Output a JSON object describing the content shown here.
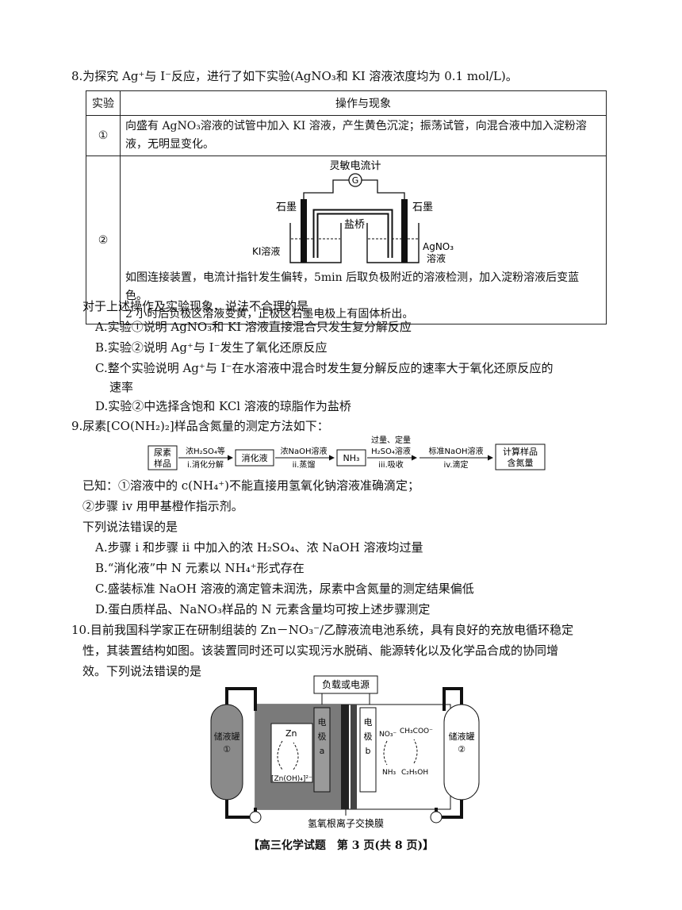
{
  "q8": {
    "stem": "8.为探究 Ag⁺与 I⁻反应，进行了如下实验(AgNO₃和 KI 溶液浓度均为 0.1 mol/L)。",
    "table": {
      "header_col1": "实验",
      "header_col2": "操作与现象",
      "row1_id": "①",
      "row1_text": "向盛有 AgNO₃溶液的试管中加入 KI 溶液，产生黄色沉淀；振荡试管，向混合液中加入淀粉溶液，无明显变化。",
      "row2_id": "②",
      "diagram": {
        "galvanometer_label": "灵敏电流计",
        "galvanometer_symbol": "G",
        "left_electrode": "石墨",
        "right_electrode": "石墨",
        "salt_bridge": "盐桥",
        "left_solution": "KI溶液",
        "right_solution_1": "AgNO₃",
        "right_solution_2": "溶液"
      },
      "row2_text_1": "如图连接装置，电流计指针发生偏转，5min 后取负极附近的溶液检测，加入淀粉溶液后变蓝色。",
      "row2_text_2": "2 小时后负极区溶液变黄，正极区石墨电极上有固体析出。"
    },
    "question": "对于上述操作及实验现象，说法不合理的是",
    "A": "A.实验①说明 AgNO₃和 KI 溶液直接混合只发生复分解反应",
    "B": "B.实验②说明 Ag⁺与 I⁻发生了氧化还原反应",
    "C1": "C.整个实验说明 Ag⁺与 I⁻在水溶液中混合时发生复分解反应的速率大于氧化还原反应的",
    "C2": "速率",
    "D": "D.实验②中选择含饱和 KCl 溶液的琼脂作为盐桥"
  },
  "q9": {
    "stem": "9.尿素[CO(NH₂)₂]样品含氮量的测定方法如下：",
    "flow": {
      "box1_l1": "尿素",
      "box1_l2": "样品",
      "step1_top": "浓H₂SO₄等",
      "step1_bot": "i.消化分解",
      "box2": "消化液",
      "step2_top": "浓NaOH溶液",
      "step2_bot": "ii.蒸馏",
      "box3": "NH₃",
      "step3_top1": "过量、定量",
      "step3_top2": "H₂SO₄溶液",
      "step3_bot": "iii.吸收",
      "step4_top": "标准NaOH溶液",
      "step4_bot": "iv.滴定",
      "box4_l1": "计算样品",
      "box4_l2": "含氮量"
    },
    "known1": "已知：①溶液中的 c(NH₄⁺)不能直接用氢氧化钠溶液准确滴定；",
    "known2": "②步骤 iv 用甲基橙作指示剂。",
    "question": "下列说法错误的是",
    "A": "A.步骤 i 和步骤 ii 中加入的浓 H₂SO₄、浓 NaOH 溶液均过量",
    "B": "B.“消化液”中 N 元素以 NH₄⁺形式存在",
    "C": "C.盛装标准 NaOH 溶液的滴定管未润洗，尿素中含氮量的测定结果偏低",
    "D": "D.蛋白质样品、NaNO₃样品的 N 元素含量均可按上述步骤测定"
  },
  "q10": {
    "l1": "10.目前我国科学家正在研制组装的 Zn－NO₃⁻/乙醇液流电池系统，具有良好的充放电循环稳定",
    "l2": "性，其装置结构如图。该装置同时还可以实现污水脱硝、能源转化以及化学品合成的协同增",
    "l3": "效。下列说法错误的是",
    "diagram": {
      "load": "负载或电源",
      "tank1_a": "储液罐",
      "tank1_b": "①",
      "tank2_a": "储液罐",
      "tank2_b": "②",
      "zn": "Zn",
      "zincate": "[Zn(OH)₄]²⁻",
      "electrode_a_1": "电",
      "electrode_a_2": "极",
      "electrode_a_3": "a",
      "electrode_b_1": "电",
      "electrode_b_2": "极",
      "electrode_b_3": "b",
      "no3": "NO₃⁻",
      "nh3": "NH₃",
      "ch3coo": "CH₃COO⁻",
      "c2h5oh": "C₂H₅OH",
      "membrane": "氢氧根离子交换膜"
    }
  },
  "footer": "【高三化学试题　第 3 页(共 8 页)】"
}
